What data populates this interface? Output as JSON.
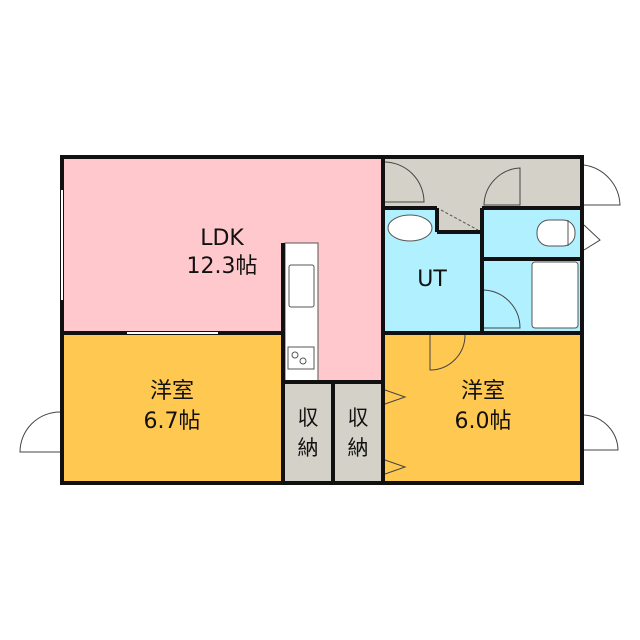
{
  "colors": {
    "ldk": "#ffc8cc",
    "western": "#ffc850",
    "wet": "#b0f0ff",
    "storage": "#d4d2c8",
    "wall": "#111111"
  },
  "rooms": {
    "ldk": {
      "name": "LDK",
      "size": "12.3帖"
    },
    "western_left": {
      "name": "洋室",
      "size": "6.7帖"
    },
    "western_right": {
      "name": "洋室",
      "size": "6.0帖"
    },
    "ut": {
      "name": "UT"
    },
    "storage_1": {
      "line1": "収",
      "line2": "納"
    },
    "storage_2": {
      "line1": "収",
      "line2": "納"
    }
  }
}
